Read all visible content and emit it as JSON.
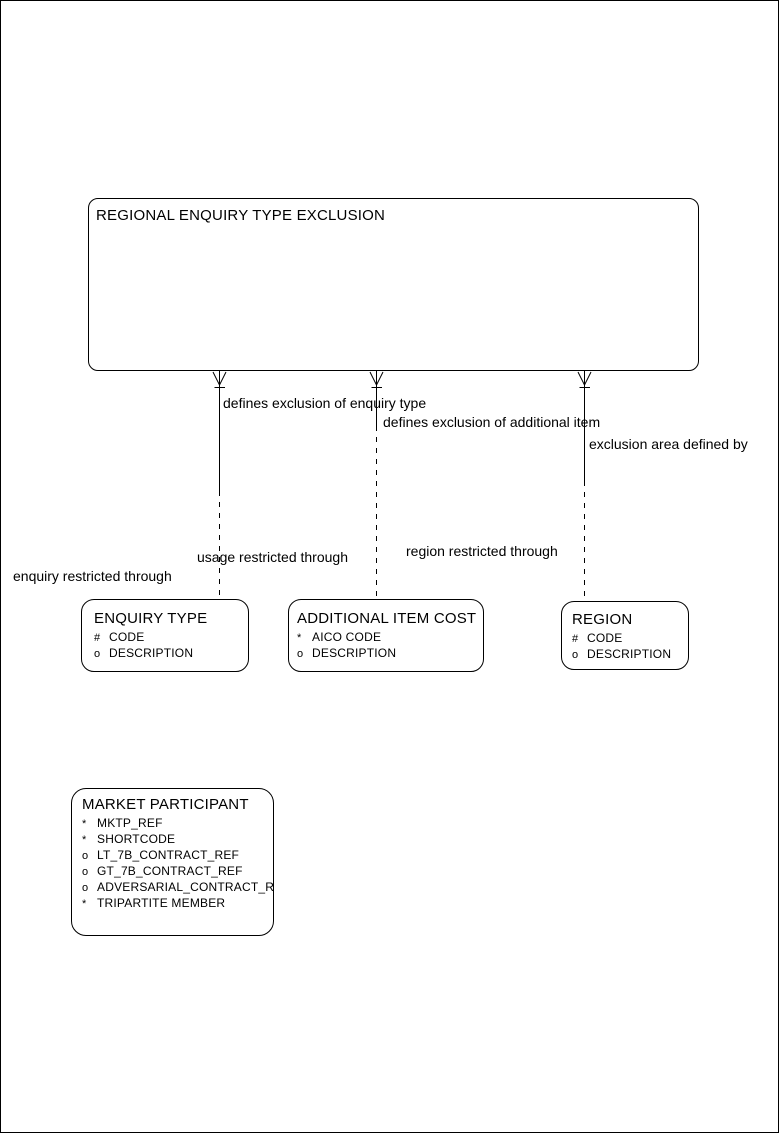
{
  "root_entity": {
    "title": "REGIONAL ENQUIRY TYPE EXCLUSION"
  },
  "relationship_labels": [
    {
      "text": "defines exclusion of enquiry type"
    },
    {
      "text": "defines exclusion of additional item"
    },
    {
      "text": "exclusion area defined by"
    },
    {
      "text": "enquiry restricted through"
    },
    {
      "text": "usage restricted through"
    },
    {
      "text": "region restricted through"
    }
  ],
  "entities": [
    {
      "title": "ENQUIRY TYPE",
      "attributes": [
        {
          "marker": "#",
          "name": "CODE"
        },
        {
          "marker": "o",
          "name": "DESCRIPTION"
        }
      ]
    },
    {
      "title": "ADDITIONAL ITEM COST",
      "attributes": [
        {
          "marker": "*",
          "name": "AICO CODE"
        },
        {
          "marker": "o",
          "name": "DESCRIPTION"
        }
      ]
    },
    {
      "title": "REGION",
      "attributes": [
        {
          "marker": "#",
          "name": "CODE"
        },
        {
          "marker": "o",
          "name": "DESCRIPTION"
        }
      ]
    },
    {
      "title": "MARKET PARTICIPANT",
      "attributes": [
        {
          "marker": "*",
          "name": "MKTP_REF"
        },
        {
          "marker": "*",
          "name": "SHORTCODE"
        },
        {
          "marker": "o",
          "name": "LT_7B_CONTRACT_REF"
        },
        {
          "marker": "o",
          "name": "GT_7B_CONTRACT_REF"
        },
        {
          "marker": "o",
          "name": "ADVERSARIAL_CONTRACT_REF"
        },
        {
          "marker": "*",
          "name": "TRIPARTITE MEMBER"
        }
      ]
    }
  ],
  "colors": {
    "line": "#000000",
    "background": "#ffffff",
    "text": "#000000"
  }
}
